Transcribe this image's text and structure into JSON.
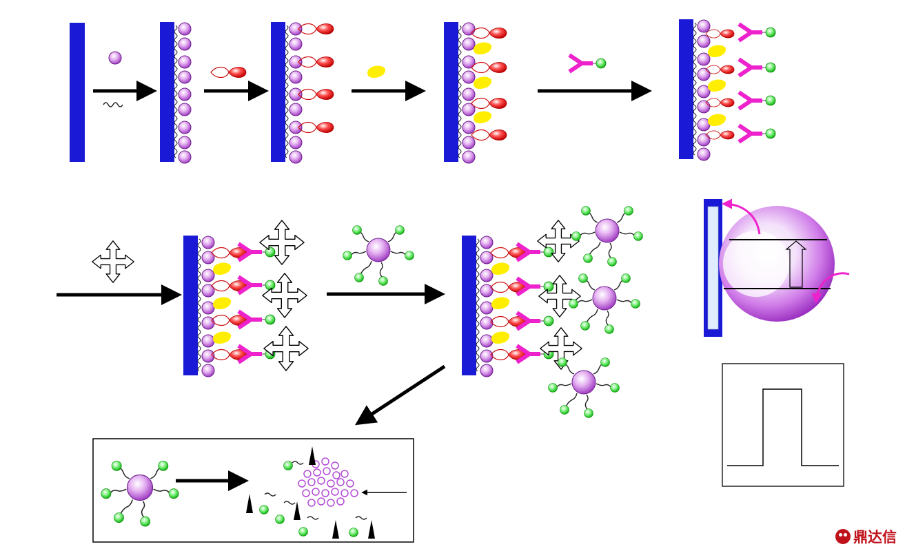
{
  "figure": {
    "description_visible_text": "",
    "steps_row1": 5,
    "watermark": {
      "text": "鼎达信",
      "color": "#c0121b"
    }
  },
  "colors": {
    "electrode": "#1a1ad6",
    "nanoparticle": "#c978e6",
    "probe": "#e01010",
    "target": "#ffee00",
    "antibody": "#ee22cc",
    "label_tip": "#33dd33",
    "arrow": "#000000"
  },
  "icons": [
    "electrode-bar",
    "gold-nanoparticle",
    "linker-wave",
    "aptamer-probe",
    "target-drop",
    "antibody-label",
    "blocking-cross",
    "signal-nanoparticle",
    "released-ions",
    "pulse-signal"
  ]
}
